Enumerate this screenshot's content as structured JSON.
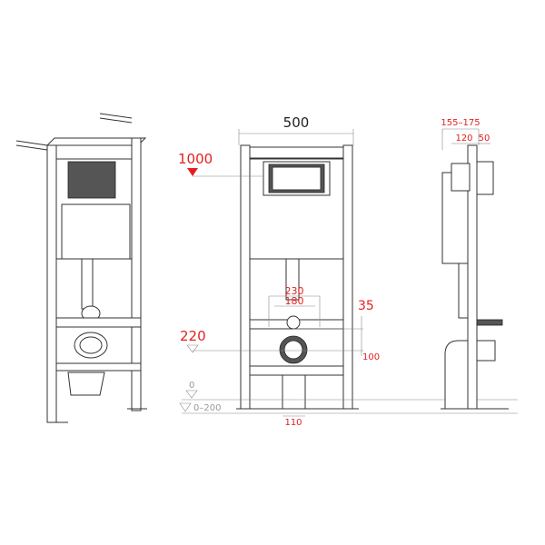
{
  "dimensions": {
    "width": "500",
    "height_top": "1000",
    "depth_range": "155–175",
    "depth_frame": "120",
    "depth_panel": "50",
    "bolt_spacing_outer": "230",
    "bolt_spacing_inner": "180",
    "supply_offset": "35",
    "drain_height": "220",
    "drain_to_supply": "100",
    "drain_diameter": "110",
    "floor_level": "0",
    "leg_adjust": "0–200"
  },
  "colors": {
    "dimension_text": "#e32020",
    "line": "#333333",
    "level_text": "#999999"
  }
}
